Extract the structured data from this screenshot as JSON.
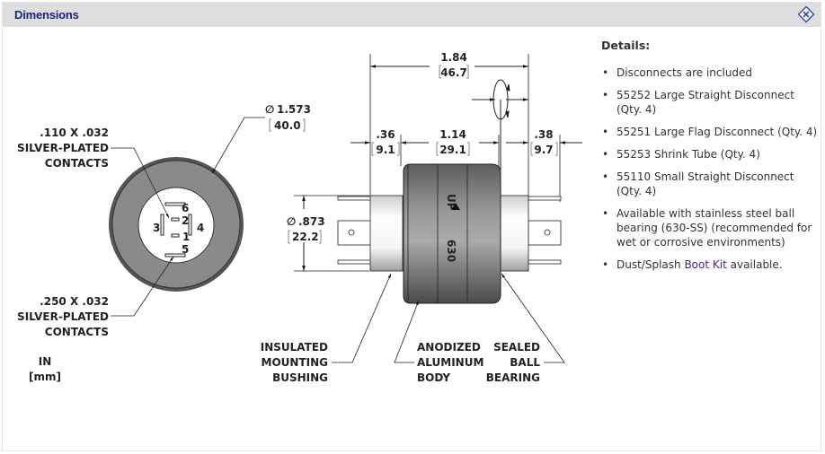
{
  "header": {
    "title": "Dimensions",
    "collapse_icon": "collapse-diamond-x-icon"
  },
  "drawing": {
    "contacts_small": [
      ".110 X .032",
      "SILVER-PLATED",
      "CONTACTS"
    ],
    "contacts_large": [
      ".250 X .032",
      "SILVER-PLATED",
      "CONTACTS"
    ],
    "units": [
      "IN",
      "[mm]"
    ],
    "outer_diameter": {
      "symbol": "∅",
      "in": "1.573",
      "mm": "40.0"
    },
    "bushing_diameter": {
      "symbol": "∅",
      "in": ".873",
      "mm": "22.2"
    },
    "overall_length": {
      "in": "1.84",
      "mm": "46.7"
    },
    "left_bushing": {
      "in": ".36",
      "mm": "9.1"
    },
    "body_length": {
      "in": "1.14",
      "mm": "29.1"
    },
    "right_bushing": {
      "in": ".38",
      "mm": "9.7"
    },
    "pin_numbers": [
      "1",
      "2",
      "3",
      "4",
      "5",
      "6"
    ],
    "body_marking_up": "UP",
    "body_marking_model": "630",
    "callout_bushing": [
      "INSULATED",
      "MOUNTING",
      "BUSHING"
    ],
    "callout_body": [
      "ANODIZED",
      "ALUMINUM",
      "BODY"
    ],
    "callout_bearing": [
      "SEALED",
      "BALL",
      "BEARING"
    ]
  },
  "details": {
    "title": "Details:",
    "items": [
      "Disconnects are included",
      "55252 Large Straight Disconnect (Qty. 4)",
      "55251 Large Flag Disconnect (Qty. 4)",
      "55253 Shrink Tube (Qty. 4)",
      "55110 Small Straight Disconnect (Qty. 4)",
      "Available with stainless steel ball bearing (630-SS) (recommended for wet or corrosive environments)"
    ],
    "last_item": {
      "prefix": "Dust/Splash ",
      "link": "Boot Kit",
      "suffix": " available."
    },
    "link_color": "#4a2a7a"
  },
  "colors": {
    "header_bg": "#dedede",
    "title": "#1a237e",
    "body_gray": "#7a7a7a"
  }
}
